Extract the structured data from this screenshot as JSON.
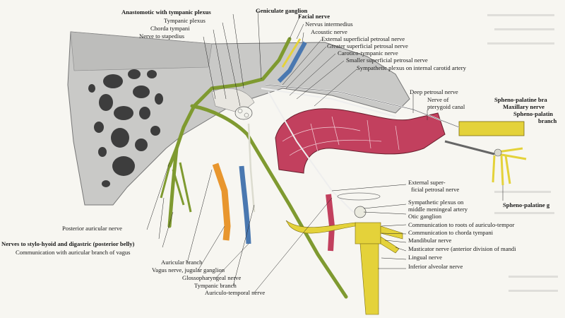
{
  "labels": {
    "anastomotic": "Anastomotic with tympanic plexus",
    "tympanic_plexus": "Tympanic plexus",
    "chorda_tympani": "Chorda tympani",
    "nerve_to_stapedius": "Nerve to stapedius",
    "geniculate_ganglion": "Geniculate ganglion",
    "facial_nerve": "Facial nerve",
    "nervus_intermedius": "Nervus intermedius",
    "acoustic_nerve": "Acoustic nerve",
    "external_superficial_petrosal": "External superficial petrosal nerve",
    "greater_superficial_petrosal": "Greater superficial petrosal nerve",
    "carotico_tympanic": "Carotico-tympanic nerve",
    "smaller_superficial_petrosal": "Smaller superficial petrosal nerve",
    "sympathetic_plexus_carotid": "Sympathetic plexus on internal carotid artery",
    "deep_petrosal": "Deep petrosal nerve",
    "nerve_of": "Nerve of",
    "pterygoid_canal": "pterygoid canal",
    "spheno_palatine_branch_cut": "Spheno-palatine bra",
    "maxillary_nerve": "Maxillary nerve",
    "spheno_palatine_2": "Spheno-palatin",
    "branch_cut": "branch",
    "external_superficial_line1": "External super-",
    "external_superficial_line2": "ficial petrosal nerve",
    "sympathetic_meningeal_line1": "Sympathetic plexus on",
    "sympathetic_meningeal_line2": "middle meningeal artery",
    "otic_ganglion": "Otic ganglion",
    "communication_auriculo": "Communication to roots of auriculo-tempor",
    "communication_chorda": "Communication to chorda tympani",
    "mandibular_nerve": "Mandibular nerve",
    "masticator_nerve": "Masticator nerve (anterior division of mandi",
    "lingual_nerve": "Lingual nerve",
    "inferior_alveolar": "Inferior alveolar nerve",
    "spheno_palatine_g": "Spheno-palatine g",
    "posterior_auricular": "Posterior auricular nerve",
    "nerves_stylohyoid": "Nerves to stylo-hyoid and digastric (posterior belly)",
    "communication_vagus": "Communication with auricular branch of vagus",
    "auricular_branch": "Auricular branch",
    "vagus_jugular": "Vagus nerve, jugular ganglion",
    "glossopharyngeal": "Glossopharyngeal nerve",
    "tympanic_branch": "Tympanic branch",
    "auriculo_temporal": "Auriculo-temporal nerve"
  },
  "colors": {
    "bone": "#c9c9c7",
    "cavity": "#3d3d3d",
    "facial_nerve": "#7f9a30",
    "sensory_nerve": "#e4d23a",
    "artery": "#c2405e",
    "vein": "#4a78b0",
    "orange_nerve": "#e8962e",
    "background": "#f7f6f1"
  }
}
